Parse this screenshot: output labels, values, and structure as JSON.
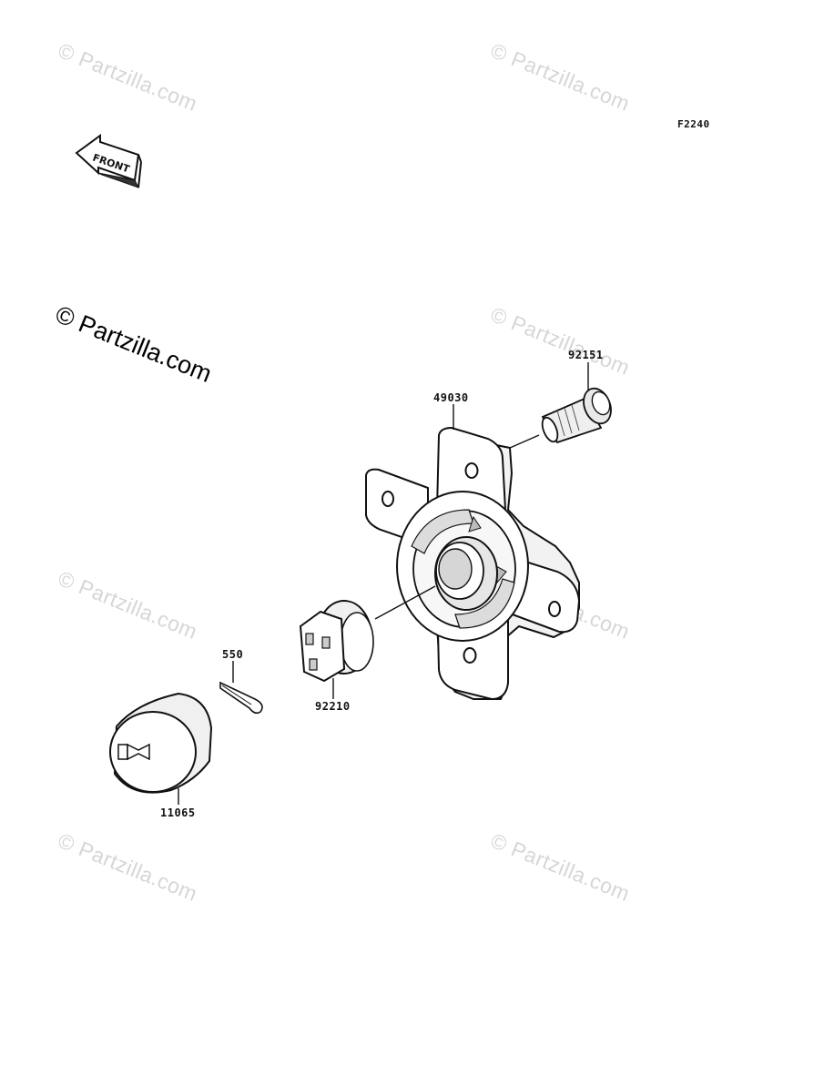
{
  "figure_code": "F2240",
  "front_indicator": "FRONT",
  "watermark_main": "© Partzilla.com",
  "watermark_faint": "© Partzilla.com",
  "parts": {
    "brake_disc_hub": "49030",
    "stud_bolt": "92151",
    "castle_nut": "92210",
    "cotter_pin": "550",
    "hub_cap": "11065"
  },
  "icons": {
    "logo_on_cap": "kawasaki-logo-icon"
  }
}
